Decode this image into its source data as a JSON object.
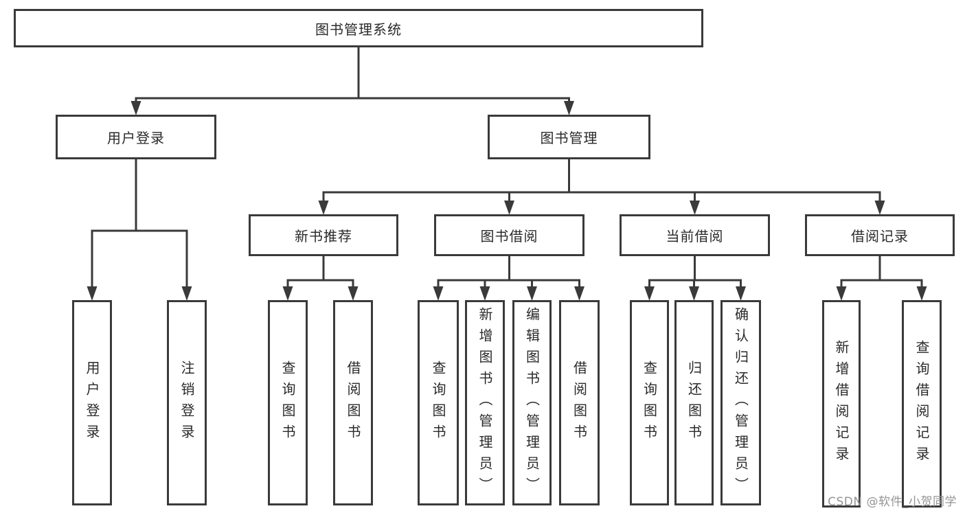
{
  "diagram": {
    "type": "hierarchy-tree",
    "title": "图书管理系统",
    "watermark": "CSDN @软件_小贺同学",
    "colors": {
      "background": "#ffffff",
      "line": "#3a3a3a",
      "box_border": "#3a3a3a",
      "box_fill": "#ffffff",
      "text": "#2a2a2a",
      "watermark": "#949494"
    },
    "nodes": [
      {
        "id": "root",
        "label": "图书管理系统",
        "parent": null
      },
      {
        "id": "user-login",
        "label": "用户登录",
        "parent": "root"
      },
      {
        "id": "book-mgmt",
        "label": "图书管理",
        "parent": "root"
      },
      {
        "id": "leaf-user-login",
        "label": "用户登录",
        "parent": "user-login"
      },
      {
        "id": "leaf-logout",
        "label": "注销登录",
        "parent": "user-login"
      },
      {
        "id": "new-book-rec",
        "label": "新书推荐",
        "parent": "book-mgmt"
      },
      {
        "id": "book-borrow",
        "label": "图书借阅",
        "parent": "book-mgmt"
      },
      {
        "id": "current-borrow",
        "label": "当前借阅",
        "parent": "book-mgmt"
      },
      {
        "id": "borrow-record",
        "label": "借阅记录",
        "parent": "book-mgmt"
      },
      {
        "id": "leaf-query-book-rec",
        "label": "查询图书",
        "parent": "new-book-rec"
      },
      {
        "id": "leaf-borrow-book-rec",
        "label": "借阅图书",
        "parent": "new-book-rec"
      },
      {
        "id": "leaf-query-book-borrow",
        "label": "查询图书",
        "parent": "book-borrow"
      },
      {
        "id": "leaf-add-book",
        "label": "新增图书（管理员）",
        "parent": "book-borrow"
      },
      {
        "id": "leaf-edit-book",
        "label": "编辑图书（管理员）",
        "parent": "book-borrow"
      },
      {
        "id": "leaf-borrow-book",
        "label": "借阅图书",
        "parent": "book-borrow"
      },
      {
        "id": "leaf-query-book-current",
        "label": "查询图书",
        "parent": "current-borrow"
      },
      {
        "id": "leaf-return-book",
        "label": "归还图书",
        "parent": "current-borrow"
      },
      {
        "id": "leaf-confirm-return",
        "label": "确认归还（管理员）",
        "parent": "current-borrow"
      },
      {
        "id": "leaf-add-borrow-record",
        "label": "新增借阅记录",
        "parent": "borrow-record"
      },
      {
        "id": "leaf-query-borrow-record",
        "label": "查询借阅记录",
        "parent": "borrow-record"
      }
    ]
  }
}
